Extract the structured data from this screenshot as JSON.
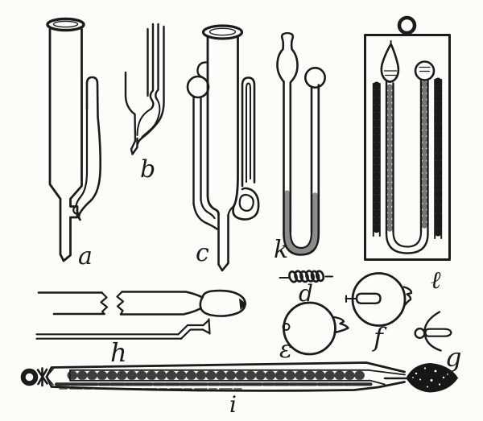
{
  "figure": {
    "type": "engraved-apparatus-plate",
    "background_color": "#fcfcf9",
    "ink_color": "#1b1b1b",
    "items": [
      {
        "id": "a",
        "label": "a",
        "name": "tall-tube-with-side-capillary"
      },
      {
        "id": "b",
        "label": "b",
        "name": "capillary-junction-detail"
      },
      {
        "id": "c",
        "label": "c",
        "name": "tube-with-side-bulb-and-inner-capillary"
      },
      {
        "id": "d",
        "label": "d",
        "name": "wire-spiral"
      },
      {
        "id": "e",
        "label": "ε",
        "name": "round-bulb-with-beak-spout"
      },
      {
        "id": "f",
        "label": "f",
        "name": "round-bulb-with-float-capsule"
      },
      {
        "id": "g",
        "label": "g",
        "name": "small-float-with-arc"
      },
      {
        "id": "h",
        "label": "h",
        "name": "broken-tube-and-bent-capillary"
      },
      {
        "id": "i",
        "label": "i",
        "name": "horizontal-float-thermometer"
      },
      {
        "id": "k",
        "label": "k",
        "name": "u-tube-with-two-bulbs"
      },
      {
        "id": "l",
        "label": "ℓ",
        "name": "u-tube-on-graduated-board"
      }
    ]
  }
}
